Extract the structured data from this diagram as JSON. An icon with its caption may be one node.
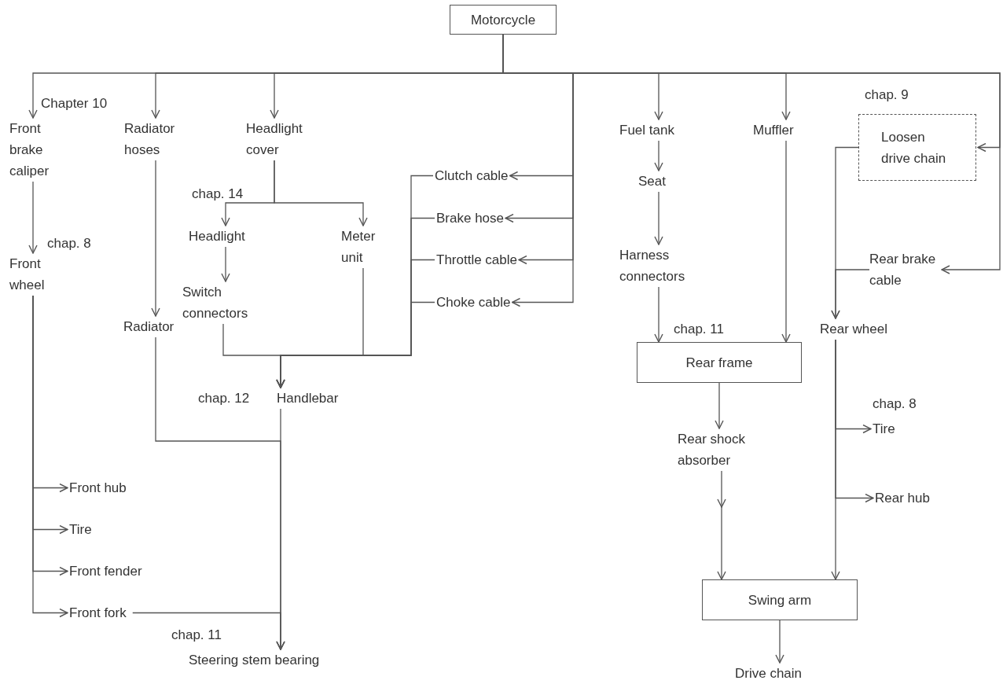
{
  "diagram": {
    "nodes": [
      {
        "text": [
          "Motorcycle"
        ]
      },
      {
        "text": [
          "Front brake caliper"
        ],
        "beside": [
          "Chapter 10"
        ]
      },
      {
        "text": [
          "Radiator hoses"
        ]
      },
      {
        "text": [
          "Headlight cover"
        ]
      },
      {
        "text": [
          "Front wheel"
        ],
        "beside": [
          "chap. 8"
        ]
      },
      {
        "text": [
          "Headlight"
        ],
        "beside": [
          "chap. 14"
        ]
      },
      {
        "text": [
          "Meter unit"
        ]
      },
      {
        "text": [
          "Switch connectors"
        ]
      },
      {
        "text": [
          "Clutch cable"
        ]
      },
      {
        "text": [
          "Brake hose"
        ]
      },
      {
        "text": [
          "Throttle cable"
        ]
      },
      {
        "text": [
          "Choke cable"
        ]
      },
      {
        "text": [
          "Radiator"
        ]
      },
      {
        "text": [
          "Handlebar"
        ],
        "beside": [
          "chap. 12"
        ]
      },
      {
        "text": [
          "Front hub"
        ]
      },
      {
        "text": [
          "Tire"
        ]
      },
      {
        "text": [
          "Front fender"
        ]
      },
      {
        "text": [
          "Front fork"
        ]
      },
      {
        "text": [
          "Steering stem bearing"
        ],
        "beside": [
          "chap. 11"
        ]
      },
      {
        "text": [
          "Fuel tank"
        ]
      },
      {
        "text": [
          "Seat"
        ]
      },
      {
        "text": [
          "Harness connectors"
        ]
      },
      {
        "text": [
          "Muffler"
        ]
      },
      {
        "text": [
          "Loosen drive chain"
        ],
        "beside": [
          "chap. 9"
        ]
      },
      {
        "text": [
          "Rear brake cable"
        ]
      },
      {
        "text": [
          "Rear wheel"
        ]
      },
      {
        "text": [
          "Rear frame"
        ],
        "beside": [
          "chap. 11"
        ]
      },
      {
        "text": [
          "Rear shock absorber"
        ]
      },
      {
        "text": [
          "Tire"
        ],
        "beside": [
          "chap. 8"
        ]
      },
      {
        "text": [
          "Rear hub"
        ]
      },
      {
        "text": [
          "Swing arm"
        ]
      },
      {
        "text": [
          "Drive chain"
        ]
      }
    ],
    "edges": [
      {
        "from": 0,
        "to": 1,
        "arrow": "to"
      },
      {
        "from": 0,
        "to": 2,
        "arrow": "to"
      },
      {
        "from": 0,
        "to": 3,
        "arrow": "to"
      },
      {
        "from": 0,
        "to": 8,
        "arrow": "to"
      },
      {
        "from": 0,
        "to": 9,
        "arrow": "to"
      },
      {
        "from": 0,
        "to": 10,
        "arrow": "to"
      },
      {
        "from": 0,
        "to": 11,
        "arrow": "to"
      },
      {
        "from": 0,
        "to": 19,
        "arrow": "to"
      },
      {
        "from": 0,
        "to": 22,
        "arrow": "to"
      },
      {
        "from": 0,
        "to": 23,
        "arrow": "to"
      },
      {
        "from": 0,
        "to": 24,
        "arrow": "to"
      },
      {
        "from": 1,
        "to": 4,
        "arrow": "to"
      },
      {
        "from": 3,
        "to": 5,
        "arrow": "to"
      },
      {
        "from": 3,
        "to": 6,
        "arrow": "to"
      },
      {
        "from": 5,
        "to": 7,
        "arrow": "to"
      },
      {
        "from": 7,
        "to": 13,
        "arrow": "to"
      },
      {
        "from": 6,
        "to": 13,
        "arrow": "to"
      },
      {
        "from": 8,
        "to": 13,
        "arrow": "to"
      },
      {
        "from": 9,
        "to": 13,
        "arrow": "to"
      },
      {
        "from": 10,
        "to": 13,
        "arrow": "to"
      },
      {
        "from": 11,
        "to": 13,
        "arrow": "to"
      },
      {
        "from": 2,
        "to": 12,
        "arrow": "to"
      },
      {
        "from": 4,
        "to": 14,
        "arrow": "to"
      },
      {
        "from": 4,
        "to": 15,
        "arrow": "to"
      },
      {
        "from": 4,
        "to": 16,
        "arrow": "to"
      },
      {
        "from": 4,
        "to": 17,
        "arrow": "to"
      },
      {
        "from": 12,
        "to": 18,
        "arrow": "to"
      },
      {
        "from": 13,
        "to": 18,
        "arrow": "to"
      },
      {
        "from": 17,
        "to": 18,
        "arrow": "to"
      },
      {
        "from": 19,
        "to": 20,
        "arrow": "to"
      },
      {
        "from": 20,
        "to": 21,
        "arrow": "to"
      },
      {
        "from": 21,
        "to": 26,
        "arrow": "to"
      },
      {
        "from": 22,
        "to": 26,
        "arrow": "to"
      },
      {
        "from": 23,
        "to": 25,
        "arrow": "to"
      },
      {
        "from": 24,
        "to": 25,
        "arrow": "to"
      },
      {
        "from": 25,
        "to": 28,
        "arrow": "to"
      },
      {
        "from": 25,
        "to": 29,
        "arrow": "to"
      },
      {
        "from": 25,
        "to": 30,
        "arrow": "to"
      },
      {
        "from": 26,
        "to": 27,
        "arrow": "to"
      },
      {
        "from": 27,
        "to": 30,
        "arrow": "to"
      },
      {
        "from": 30,
        "to": 31,
        "arrow": "to"
      }
    ]
  }
}
